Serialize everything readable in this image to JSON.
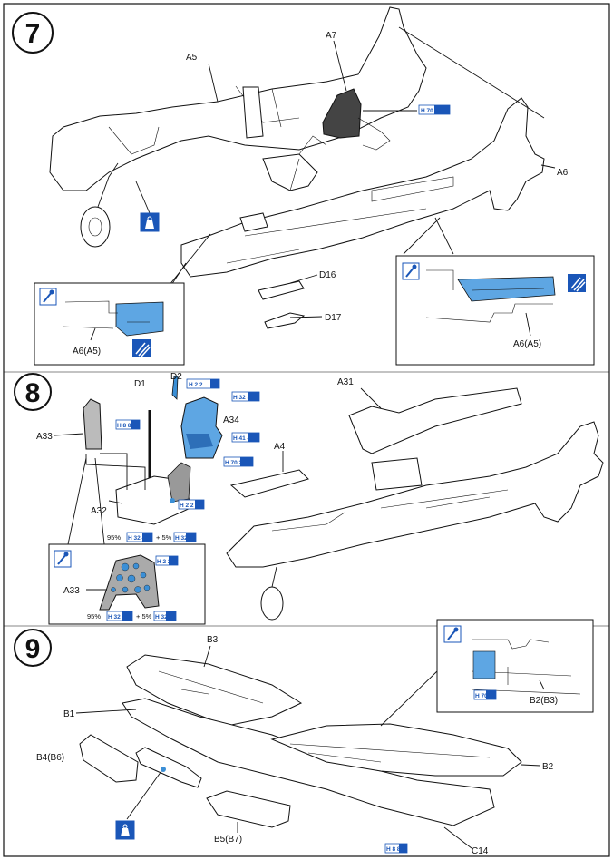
{
  "colors": {
    "accent": "#3b8fd6",
    "chip": "#1a56b8",
    "dark_part": "#444444",
    "line": "#111111"
  },
  "steps": [
    {
      "number": "7",
      "labels": {
        "a5": "A5",
        "a7": "A7",
        "a6": "A6",
        "d16": "D16",
        "d17": "D17",
        "a6_a5_left": "A6(A5)",
        "a6_a5_right": "A6(A5)"
      },
      "paint": {
        "a7_color": "H 70 50"
      },
      "icons": [
        "weight-icon",
        "paint-brush-icon",
        "paint-brush-icon",
        "pattern-icon",
        "pattern-icon"
      ]
    },
    {
      "number": "8",
      "labels": {
        "d1": "D1",
        "d2": "D2",
        "a33": "A33",
        "a34": "A34",
        "a32": "A32",
        "a4": "A4",
        "a31": "A31",
        "a33_detail": "A33"
      },
      "paint": {
        "d2_color": "H 2 2",
        "d1_color": "H 8 8",
        "a34_top": "H 32 33",
        "a34_cushion": "H 41 41",
        "a4_color": "H 70 28",
        "a32_color": "H 2 2",
        "a33_detail_color": "H 2 2"
      },
      "mix": {
        "pct1": "95%",
        "code1": "H 32 40",
        "plus": "+ 5%",
        "code2": "H 32 33"
      },
      "mix_detail": {
        "pct1": "95%",
        "code1": "H 32 40",
        "plus": "+ 5%",
        "code2": "H 32 33"
      }
    },
    {
      "number": "9",
      "labels": {
        "b3": "B3",
        "b1": "B1",
        "b4_b6": "B4(B6)",
        "b2": "B2",
        "b5_b7": "B5(B7)",
        "c14": "C14",
        "b2_b3": "B2(B3)"
      },
      "paint": {
        "detail_color": "H 70 50",
        "c14_color": "H 8 8"
      }
    }
  ]
}
